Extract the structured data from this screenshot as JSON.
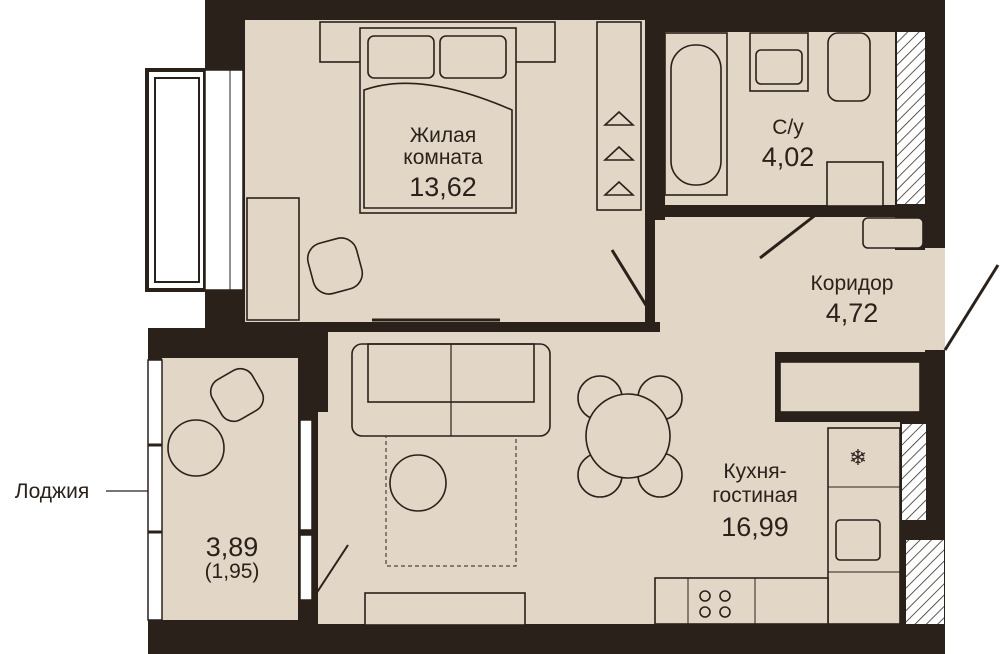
{
  "colors": {
    "wall": "#2a211b",
    "floor": "#e2d6c6",
    "background": "#ffffff"
  },
  "rooms": {
    "bedroom": {
      "name_line1": "Жилая",
      "name_line2": "комната",
      "area": "13,62"
    },
    "bathroom": {
      "name": "С/у",
      "area": "4,02"
    },
    "corridor": {
      "name": "Коридор",
      "area": "4,72"
    },
    "kitchen_living": {
      "name_line1": "Кухня-",
      "name_line2": "гостиная",
      "area": "16,99"
    },
    "loggia": {
      "name": "Лоджия",
      "area": "3,89",
      "reduced_area": "(1,95)"
    }
  }
}
